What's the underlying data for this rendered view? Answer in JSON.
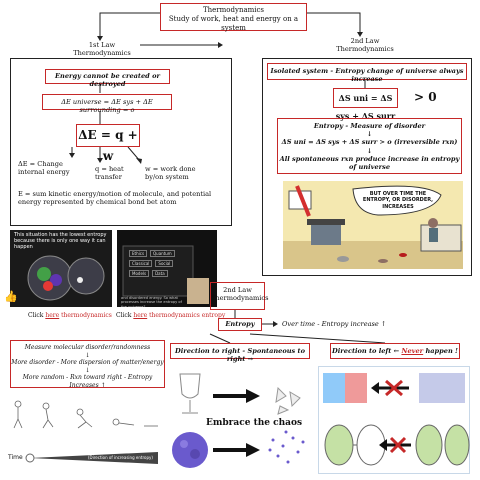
{
  "title": {
    "line1": "Thermodynamics",
    "line2": "Study of work, heat and energy on a system"
  },
  "first_law": {
    "label": "1st Law Thermodynamics",
    "energy_statement": "Energy cannot be created or destroyed",
    "universe_eq": "ΔE universe = ΔE sys + ΔE surrounding = o",
    "main_eq": "ΔE = q + w",
    "def_e": "ΔE = Change internal energy",
    "def_q": "q = heat transfer",
    "def_w": "w = work done by/on system",
    "def_energy": "E = sum kinetic energy/motion of molecule, and potential energy represented by chemical bond bet atom"
  },
  "second_law_top": {
    "label": "2nd Law Thermodynamics",
    "isolated": "Isolated system - Entropy change of universe always increase",
    "entropy_eq": "ΔS uni = ΔS sys + ΔS surr",
    "gt_zero": "> 0",
    "disorder_title": "Entropy - Measure of disorder",
    "disorder_eq": "ΔS uni = ΔS sys + ΔS surr > o (irreversible rxn)",
    "spontaneous": "All spontaneous rxn produce increase in entropy of universe",
    "comic_text": "BUT OVER TIME THE ENTROPY, OR DISORDER, INCREASES"
  },
  "video1": {
    "caption": "This situation has the lowest entropy because there is only one way it can happen",
    "link_pre": "Click ",
    "link_word": "here",
    "link_post": " thermodynamics"
  },
  "video2": {
    "caption": "and disordered energy. So what processes increase the entropy of the universe?",
    "link_pre": "Click ",
    "link_word": "here",
    "link_post": " thermodynamics entropy",
    "nodes": [
      "Ethics",
      "Quantum",
      "Classical",
      "Social",
      "Models",
      "Data"
    ]
  },
  "second_law_mid": {
    "label_line1": "2nd Law",
    "label_line2": "Thermodynamics",
    "entropy_box": "Entropy",
    "over_time": "Over time - Entropy increase ↑"
  },
  "disorder_box": {
    "line1": "Measure molecular disorder/randomness",
    "line2": "More disorder - More dispersion of matter/energy",
    "line3": "More random - Rxn toward right - Entropy Increases ↑"
  },
  "direction_right": "Direction to right - Spontaneous to right →",
  "direction_left": {
    "pre": "Direction to left ← ",
    "never": "Never",
    "post": " happen !"
  },
  "embrace": "Embrace the chaos",
  "timeline": {
    "time_label": "Time",
    "arrow_label": "(Direction of increasing entropy)"
  },
  "colors": {
    "accent_red": "#c62828",
    "link_red": "#c62828"
  }
}
